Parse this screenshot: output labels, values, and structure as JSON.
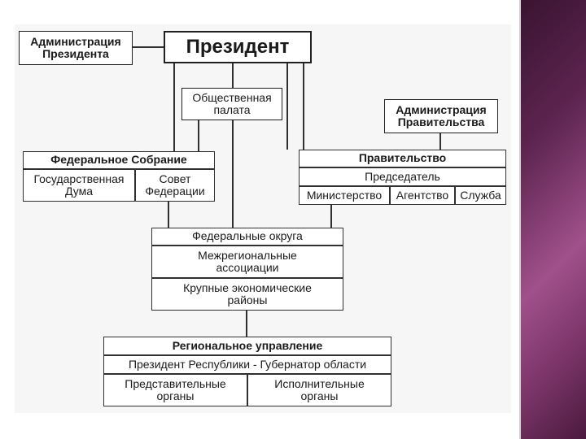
{
  "org_chart": {
    "admin_president": "Администрация\nПрезидента",
    "president": "Президент",
    "public_chamber": "Общественная\nпалата",
    "admin_government": "Администрация\nПравительства",
    "federal_assembly": {
      "title": "Федеральное Собрание",
      "state_duma": "Государственная\nДума",
      "federation_council": "Совет\nФедерации"
    },
    "government": {
      "title": "Правительство",
      "chairman": "Председатель",
      "ministry": "Министерство",
      "agency": "Агентство",
      "service": "Служба"
    },
    "districts": {
      "federal_districts": "Федеральные округа",
      "interregional_associations": "Межрегиональные\nассоциации",
      "economic_regions": "Крупные экономические\nрайоны"
    },
    "regional": {
      "title": "Региональное управление",
      "head": "Президент Республики - Губернатор области",
      "representative": "Представительные\nорганы",
      "executive": "Исполнительные\nорганы"
    }
  }
}
